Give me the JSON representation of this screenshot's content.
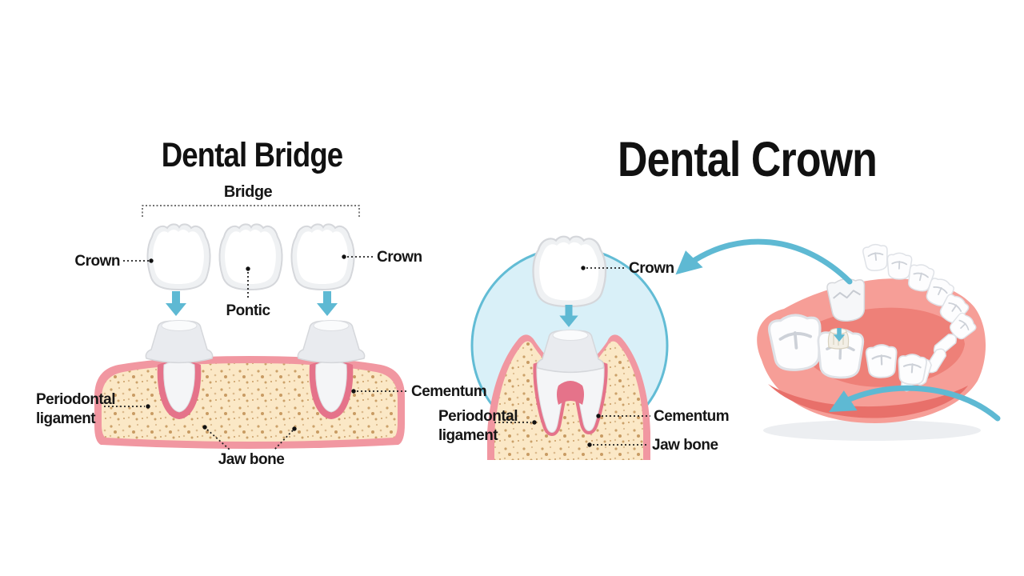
{
  "left_panel": {
    "title": "Dental Bridge",
    "labels": {
      "bridge": "Bridge",
      "crown_left": "Crown",
      "crown_right": "Crown",
      "pontic": "Pontic",
      "periodontal_ligament": "Periodontal ligament",
      "cementum": "Cementum",
      "jaw_bone": "Jaw bone"
    }
  },
  "middle_panel": {
    "labels": {
      "crown": "Crown",
      "periodontal_ligament": "Periodontal ligament",
      "cementum": "Cementum",
      "jaw_bone": "Jaw bone"
    }
  },
  "right_panel": {
    "title": "Dental Crown"
  },
  "icons": {
    "down_arrow": "down-arrow-icon",
    "curved_arrow_top": "curved-arrow-top-icon",
    "curved_arrow_bottom": "curved-arrow-bottom-icon"
  },
  "colors": {
    "accent_blue": "#5EB9D3",
    "circle_fill": "#D9F0F8",
    "circle_border": "#62BCD5",
    "gum_pink": "#F197A1",
    "socket_pink": "#E5738A",
    "bone_fill": "#FBE8C6",
    "bone_speckle": "#C9A066",
    "tooth_white": "#FFFFFF",
    "tooth_shade": "#EFF1F3",
    "jaw_light": "#F69E97",
    "jaw_mid": "#EE8078",
    "jaw_dark": "#E8706A",
    "text": "#161616"
  }
}
